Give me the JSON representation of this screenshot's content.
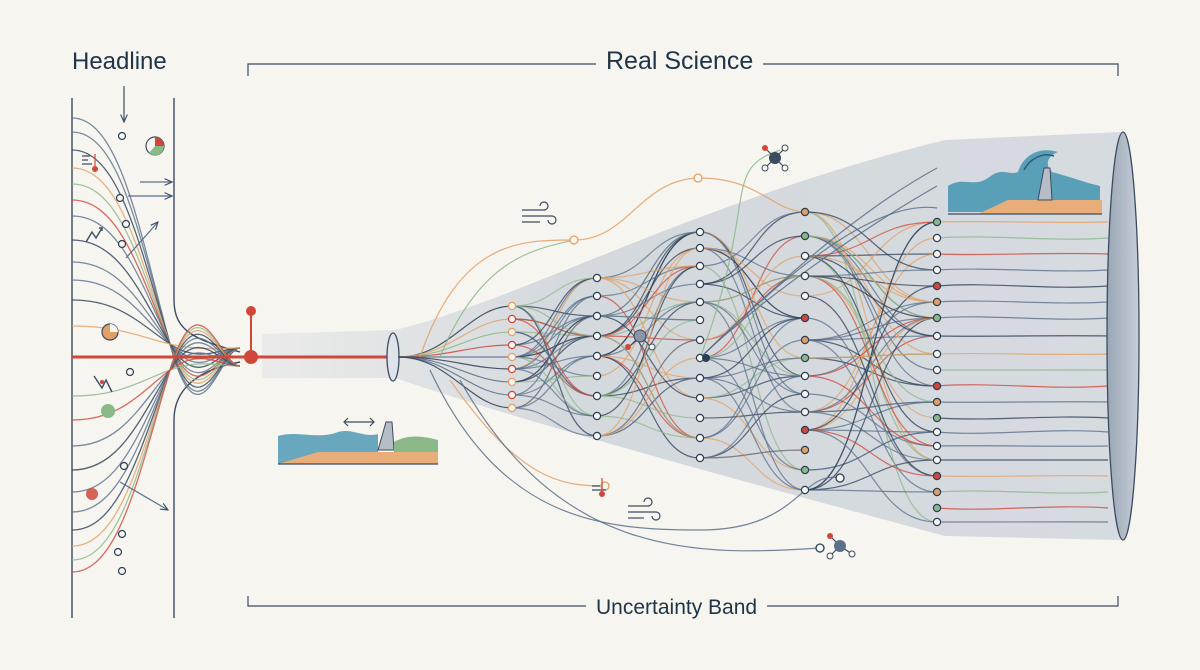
{
  "labels": {
    "headline": "Headline",
    "real_science": "Real Science",
    "uncertainty_band": "Uncertainty Band"
  },
  "colors": {
    "background": "#f6f5f0",
    "ink": "#2c3e55",
    "red": "#d0473a",
    "orange": "#e2a064",
    "green": "#8bb888",
    "blue_gray": "#5a6f8a",
    "band": "#b9c2cf",
    "water": "#5a9fb8",
    "sand": "#e8ad78"
  },
  "icons": [
    "thermometer-icon",
    "pie-chart-icon",
    "trend-graph-icon",
    "wind-icon",
    "molecule-icon",
    "seawall-icon",
    "wave-seawall-icon"
  ]
}
